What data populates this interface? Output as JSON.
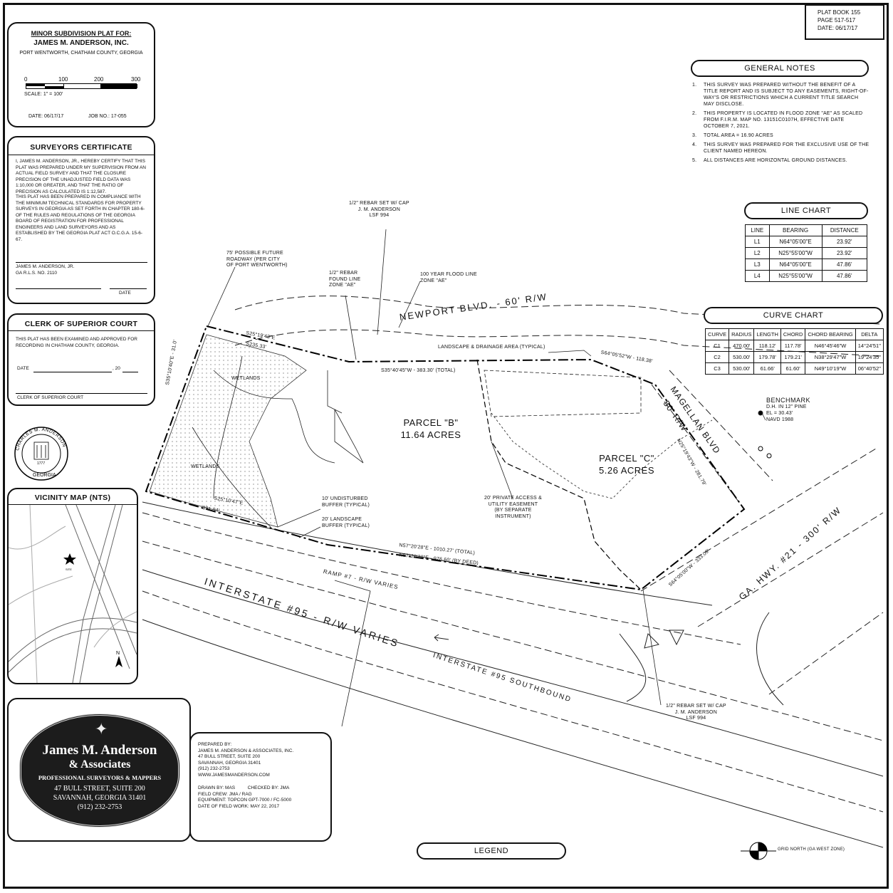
{
  "plat_book": {
    "book": "PLAT BOOK 155",
    "page": "PAGE 517-517",
    "date": "DATE: 06/17/17"
  },
  "title_block": {
    "heading": "MINOR SUBDIVISION PLAT FOR:",
    "client": "JAMES M. ANDERSON, INC.",
    "location": "PORT WENTWORTH, CHATHAM COUNTY, GEORGIA",
    "scale_ticks": [
      "0",
      "100",
      "200",
      "300"
    ],
    "scale_text": "SCALE: 1\" = 100'",
    "date": "DATE: 06/17/17",
    "job_no": "JOB NO.: 17-055"
  },
  "surveyors_certificate": {
    "heading": "SURVEYORS CERTIFICATE",
    "para1": "I, JAMES M. ANDERSON, JR., HEREBY CERTIFY THAT THIS PLAT WAS PREPARED UNDER MY SUPERVISION FROM AN ACTUAL FIELD SURVEY AND THAT THE CLOSURE PRECISION OF THE UNADJUSTED FIELD DATA WAS 1:10,000 OR GREATER, AND THAT THE RATIO OF PRECISION AS CALCULATED IS 1:12,587.",
    "para2": "THIS PLAT HAS BEEN PREPARED IN COMPLIANCE WITH THE MINIMUM TECHNICAL STANDARDS FOR PROPERTY SURVEYS IN GEORGIA AS SET FORTH IN CHAPTER 180-6- OF THE RULES AND REGULATIONS OF THE GEORGIA BOARD OF REGISTRATION FOR PROFESSIONAL ENGINEERS AND LAND SURVEYORS AND AS ESTABLISHED BY THE GEORGIA PLAT ACT O.C.G.A. 15-6-67.",
    "name": "JAMES M. ANDERSON, JR.",
    "rls": "GA R.L.S. NO. 2110",
    "date_label": "DATE"
  },
  "clerk": {
    "heading": "CLERK OF SUPERIOR COURT",
    "text": "THIS PLAT HAS BEEN EXAMINED AND APPROVED FOR RECORDING IN CHATHAM COUNTY, GEORGIA.",
    "date_label": "DATE",
    "year_label": ", 20",
    "sign_label": "CLERK OF SUPERIOR COURT"
  },
  "seal": {
    "top": "CHARLES M. ANDERSON",
    "bottom": "GEORGIA",
    "number": "1777"
  },
  "vicinity_map": {
    "heading": "VICINITY MAP (NTS)",
    "site_label": "SITE",
    "north_label": "N"
  },
  "company_logo": {
    "name_line1": "James M. Anderson",
    "name_line2": "& Associates",
    "tagline": "PROFESSIONAL SURVEYORS & MAPPERS",
    "address1": "47 BULL STREET, SUITE 200",
    "address2": "SAVANNAH, GEORGIA 31401",
    "phone": "(912) 232-2753"
  },
  "prepared_by": {
    "label": "PREPARED BY:",
    "firm": "JAMES M. ANDERSON & ASSOCIATES, INC.",
    "street": "47 BULL STREET, SUITE 200",
    "city": "SAVANNAH, GEORGIA 31401",
    "phone": "(912) 232-2753",
    "web": "WWW.JAMESMANDERSON.COM",
    "drawn_by": "DRAWN BY:   MAS",
    "checked_by": "CHECKED BY:  JMA",
    "field_crew": "FIELD CREW:   JMA / RAG",
    "equipment": "EQUIPMENT:   TOPCON GPT-7000 / FC-5000",
    "field_date": "DATE OF FIELD WORK:   MAY 22, 2017"
  },
  "general_notes": {
    "heading": "GENERAL NOTES",
    "notes": [
      {
        "n": "1.",
        "text": "THIS SURVEY WAS PREPARED WITHOUT THE BENEFIT OF A TITLE REPORT AND IS SUBJECT TO ANY EASEMENTS, RIGHT-OF-WAY'S OR RESTRICTIONS WHICH A CURRENT TITLE SEARCH MAY DISCLOSE."
      },
      {
        "n": "2.",
        "text": "THIS PROPERTY IS LOCATED IN FLOOD ZONE \"AE\" AS SCALED FROM F.I.R.M. MAP NO. 13151C0107H, EFFECTIVE DATE OCTOBER 7, 2021."
      },
      {
        "n": "3.",
        "text": "TOTAL AREA = 16.90 ACRES"
      },
      {
        "n": "4.",
        "text": "THIS SURVEY WAS PREPARED FOR THE EXCLUSIVE USE OF THE CLIENT NAMED HEREON."
      },
      {
        "n": "5.",
        "text": "ALL DISTANCES ARE HORIZONTAL GROUND DISTANCES."
      }
    ]
  },
  "line_chart": {
    "heading": "LINE CHART",
    "columns": [
      "LINE",
      "BEARING",
      "DISTANCE"
    ],
    "rows": [
      [
        "L1",
        "N64°05'00\"E",
        "23.92'"
      ],
      [
        "L2",
        "N25°55'00\"W",
        "23.92'"
      ],
      [
        "L3",
        "N64°05'00\"E",
        "47.86'"
      ],
      [
        "L4",
        "N25°55'00\"W",
        "47.86'"
      ]
    ]
  },
  "curve_chart": {
    "heading": "CURVE CHART",
    "columns": [
      "CURVE",
      "RADIUS",
      "LENGTH",
      "CHORD",
      "CHORD BEARING",
      "DELTA"
    ],
    "rows": [
      [
        "C1",
        "470.00'",
        "118.12'",
        "117.78'",
        "N46°45'46\"W",
        "14°24'51\""
      ],
      [
        "C2",
        "530.00'",
        "179.78'",
        "179.21'",
        "N38°29'47\"W",
        "19°24'35\""
      ],
      [
        "C3",
        "530.00'",
        "61.66'",
        "61.60'",
        "N49°10'19\"W",
        "06°40'52\""
      ]
    ]
  },
  "benchmark": {
    "title": "BENCHMARK",
    "line1": "D.H. IN 12\" PINE",
    "line2": "EL = 30.43'",
    "line3": "NAVD 1988"
  },
  "plat": {
    "newport": "NEWPORT BLVD. - 60' R/W",
    "magellan1": "MAGELLAN BLVD",
    "magellan2": "50' R/W",
    "ga_hwy": "GA. HWY. #21 - 300' R/W",
    "interstate": "INTERSTATE #95 - R/W VARIES",
    "i95_sb": "INTERSTATE #95 SOUTHBOUND",
    "ramp": "RAMP #7 - R/W VARIES",
    "parcel_b1": "PARCEL \"B\"",
    "parcel_b2": "11.64 ACRES",
    "parcel_c1": "PARCEL \"C\"",
    "parcel_c2": "5.26 ACRES",
    "wetlands1": "WETLANDS",
    "wetlands2": "WETLANDS",
    "rebar_top": "1/2\" REBAR SET W/ CAP\nJ. M. ANDERSON\nLSF 994",
    "rebar_bottom": "1/2\" REBAR SET W/ CAP\nJ. M. ANDERSON\nLSF 994",
    "future_road": "75' POSSIBLE FUTURE\nROADWAY (PER CITY\nOF PORT WENTWORTH)",
    "found_rebar": "1/2\" REBAR\nFOUND LINE\nZONE \"AE\"",
    "flood_line": "100 YEAR FLOOD LINE\nZONE \"AE\"",
    "landscape_drainage": "LANDSCAPE & DRAINAGE AREA (TYPICAL)",
    "undisturbed": "10' UNDISTURBED\nBUFFER (TYPICAL)",
    "landscape_buffer": "20' LANDSCAPE\nBUFFER (TYPICAL)",
    "private_access": "20' PRIVATE ACCESS &\nUTILITY EASEMENT\n(BY SEPARATE\nINSTRUMENT)",
    "b_top_a": "S25°19'43\"E",
    "b_top_b": "S235.33'",
    "b_north": "S35°40'45\"W - 383.30' (TOTAL)",
    "b_ne": "S64°05'52\"W - 118.38'",
    "b_east": "N25°19'43\"W - 281.79'",
    "b_south1": "N57°20'28\"E - 1010.27' (TOTAL)",
    "b_south2": "N57°20'28\"E - 976.60' (BY DEED)",
    "b_west": "S35°10'40\"E - 31.0'",
    "b_se": "S64°05'00\"W - 333.09'",
    "b_sw_a": "S25°10'47\"E",
    "b_sw_b": "391.94'"
  },
  "legend": {
    "heading": "LEGEND",
    "grid_north": "GRID NORTH (GA WEST ZONE)"
  }
}
